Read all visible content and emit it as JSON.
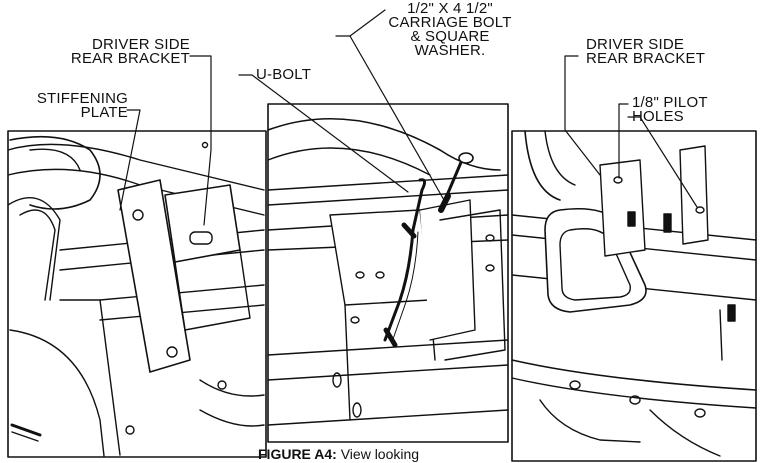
{
  "labels": {
    "left_bracket": [
      "DRIVER SIDE",
      "REAR BRACKET"
    ],
    "stiffening_plate": [
      "STIFFENING",
      "PLATE"
    ],
    "u_bolt": "U-BOLT",
    "carriage_bolt": [
      "1/2\" X 4 1/2\"",
      "CARRIAGE BOLT",
      "& SQUARE",
      "WASHER."
    ],
    "right_bracket": [
      "DRIVER SIDE",
      "REAR BRACKET"
    ],
    "pilot_holes": [
      "1/8\" PILOT",
      "HOLES"
    ]
  },
  "caption": {
    "figure_label": "FIGURE A4:",
    "text": "View looking"
  }
}
